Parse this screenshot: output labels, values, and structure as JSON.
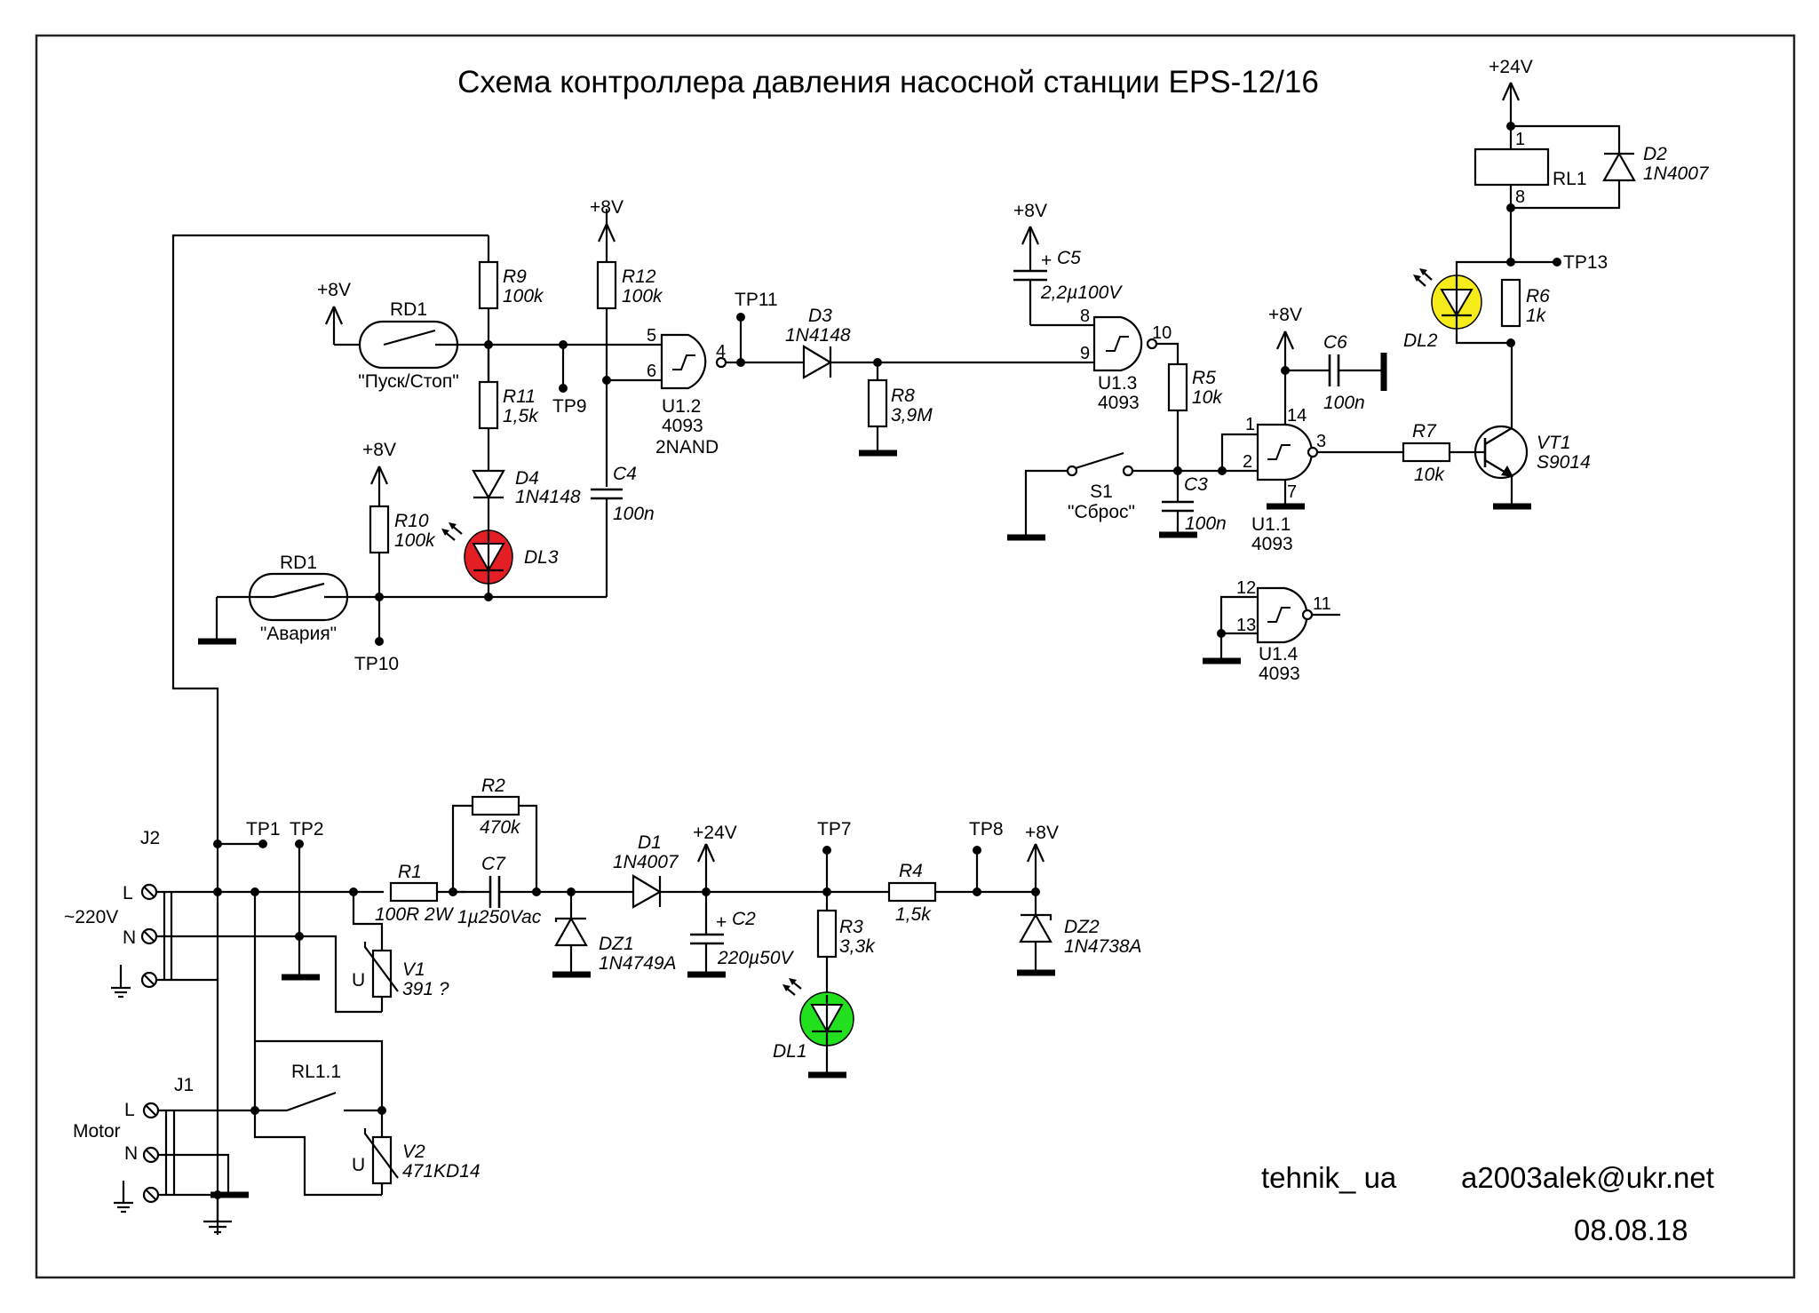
{
  "title": "Схема контроллера давления насосной станции EPS-12/16",
  "footer": {
    "author": "tehnik_ ua",
    "email": "a2003alek@ukr.net",
    "date": "08.08.18"
  },
  "rails": {
    "v8": "+8V",
    "v24": "+24V"
  },
  "colors": {
    "led_red": "#e31e24",
    "led_yellow": "#f5ec1a",
    "led_green": "#22e01e"
  },
  "connectors": {
    "j2": {
      "ref": "J2",
      "voltage": "~220V",
      "pin_l": "L",
      "pin_n": "N"
    },
    "j1": {
      "ref": "J1",
      "name": "Motor",
      "pin_l": "L",
      "pin_n": "N"
    }
  },
  "components": {
    "rd1_start": {
      "ref": "RD1",
      "name": "\"Пуск/Стоп\""
    },
    "rd1_alarm": {
      "ref": "RD1",
      "name": "\"Авария\""
    },
    "r1": {
      "ref": "R1",
      "value": "100R 2W"
    },
    "r2": {
      "ref": "R2",
      "value": "470k"
    },
    "r3": {
      "ref": "R3",
      "value": "3,3k"
    },
    "r4": {
      "ref": "R4",
      "value": "1,5k"
    },
    "r5": {
      "ref": "R5",
      "value": "10k"
    },
    "r6": {
      "ref": "R6",
      "value": "1k"
    },
    "r7": {
      "ref": "R7",
      "value": "10k"
    },
    "r8": {
      "ref": "R8",
      "value": "3,9M"
    },
    "r9": {
      "ref": "R9",
      "value": "100k"
    },
    "r10": {
      "ref": "R10",
      "value": "100k"
    },
    "r11": {
      "ref": "R11",
      "value": "1,5k"
    },
    "r12": {
      "ref": "R12",
      "value": "100k"
    },
    "c2": {
      "ref": "C2",
      "value": "220µ50V",
      "polarity": "+"
    },
    "c3": {
      "ref": "C3",
      "value": "100n"
    },
    "c4": {
      "ref": "C4",
      "value": "100n"
    },
    "c5": {
      "ref": "C5",
      "value": "2,2µ100V",
      "polarity": "+"
    },
    "c6": {
      "ref": "C6",
      "value": "100n"
    },
    "c7": {
      "ref": "C7",
      "value": "1µ250Vac"
    },
    "d1": {
      "ref": "D1",
      "value": "1N4007"
    },
    "d2": {
      "ref": "D2",
      "value": "1N4007"
    },
    "d3": {
      "ref": "D3",
      "value": "1N4148"
    },
    "d4": {
      "ref": "D4",
      "value": "1N4148"
    },
    "dz1": {
      "ref": "DZ1",
      "value": "1N4749A"
    },
    "dz2": {
      "ref": "DZ2",
      "value": "1N4738A"
    },
    "dl1": {
      "ref": "DL1"
    },
    "dl2": {
      "ref": "DL2"
    },
    "dl3": {
      "ref": "DL3"
    },
    "v1": {
      "ref": "V1",
      "value": "391 ?",
      "mark": "U"
    },
    "v2": {
      "ref": "V2",
      "value": "471KD14",
      "mark": "U"
    },
    "vt1": {
      "ref": "VT1",
      "value": "S9014"
    },
    "rl1": {
      "ref": "RL1",
      "pin_top": "1",
      "pin_bottom": "8"
    },
    "rl1_1": {
      "ref": "RL1.1"
    },
    "s1": {
      "ref": "S1",
      "name": "\"Сброс\""
    },
    "u1_1": {
      "ref": "U1.1",
      "type": "4093",
      "pins": [
        "1",
        "2",
        "3",
        "14",
        "7"
      ]
    },
    "u1_2": {
      "ref": "U1.2",
      "type": "4093",
      "desc": "2NAND",
      "pins": [
        "5",
        "6",
        "4"
      ]
    },
    "u1_3": {
      "ref": "U1.3",
      "type": "4093",
      "pins": [
        "8",
        "9",
        "10"
      ]
    },
    "u1_4": {
      "ref": "U1.4",
      "type": "4093",
      "pins": [
        "12",
        "13",
        "11"
      ]
    }
  },
  "test_points": {
    "tp1": "TP1",
    "tp2": "TP2",
    "tp7": "TP7",
    "tp8": "TP8",
    "tp9": "TP9",
    "tp10": "TP10",
    "tp11": "TP11",
    "tp13": "TP13"
  }
}
